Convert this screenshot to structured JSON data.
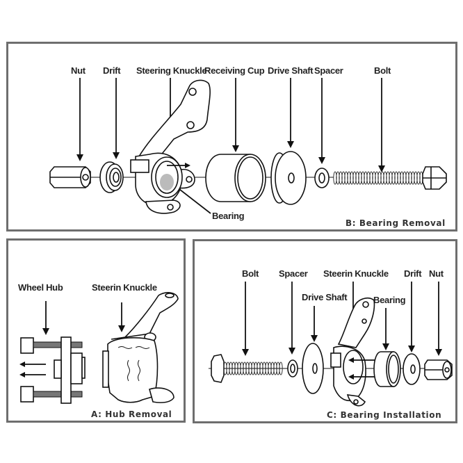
{
  "figure": {
    "panels": [
      {
        "id": "B",
        "caption": "B: Bearing Removal",
        "labels": [
          "Nut",
          "Drift",
          "Steering Knuckle",
          "Receiving Cup",
          "Drive Shaft",
          "Spacer",
          "Bolt",
          "Bearing"
        ]
      },
      {
        "id": "A",
        "caption": "A: Hub Removal",
        "labels": [
          "Wheel Hub",
          "Steerin Knuckle"
        ]
      },
      {
        "id": "C",
        "caption": "C: Bearing Installation",
        "labels": [
          "Bolt",
          "Spacer",
          "Steerin Knuckle",
          "Drift",
          "Nut",
          "Drive Shaft",
          "Bearing"
        ]
      }
    ]
  },
  "colors": {
    "border": "#6e6e6e",
    "ink": "#111111",
    "background": "#ffffff"
  }
}
